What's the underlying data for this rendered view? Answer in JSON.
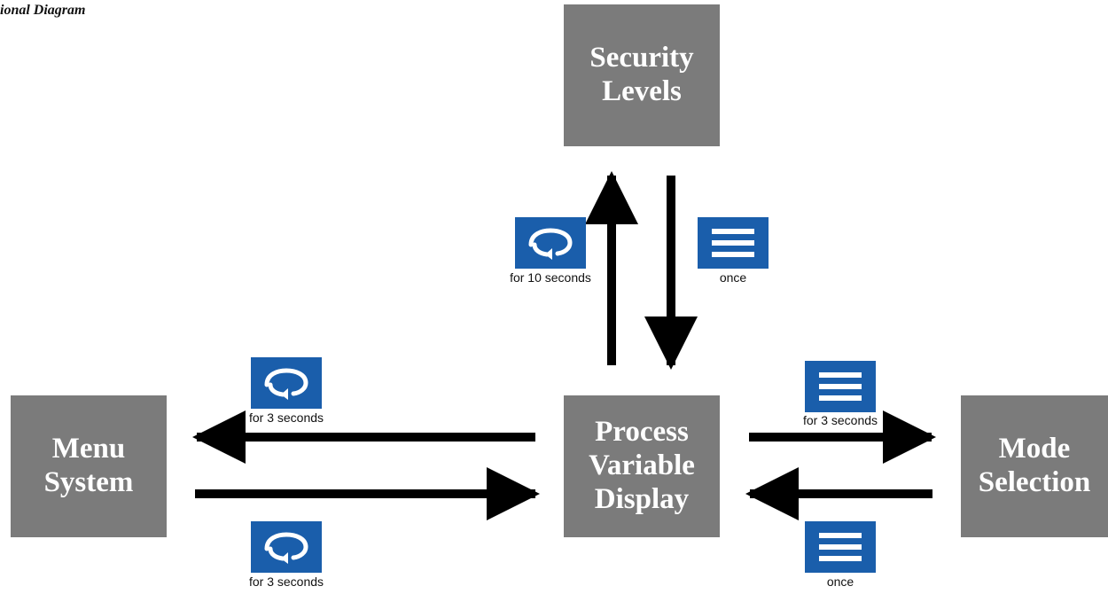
{
  "title": "ional Diagram",
  "nodes": {
    "security": [
      "Security",
      "Levels"
    ],
    "process": [
      "Process",
      "Variable",
      "Display"
    ],
    "menu": [
      "Menu",
      "System"
    ],
    "mode": [
      "Mode",
      "Selection"
    ]
  },
  "icons": {
    "process_to_security": {
      "icon": "rotate-icon",
      "caption": "for 10 seconds"
    },
    "security_to_process": {
      "icon": "menu-lines-icon",
      "caption": "once"
    },
    "process_to_menu": {
      "icon": "rotate-icon",
      "caption": "for 3 seconds"
    },
    "menu_to_process": {
      "icon": "rotate-icon",
      "caption": "for 3 seconds"
    },
    "process_to_mode": {
      "icon": "menu-lines-icon",
      "caption": "for 3 seconds"
    },
    "mode_to_process": {
      "icon": "menu-lines-icon",
      "caption": "once"
    }
  },
  "colors": {
    "node_fill": "#7b7b7b",
    "icon_fill": "#1a5eab",
    "arrow": "#000000"
  }
}
